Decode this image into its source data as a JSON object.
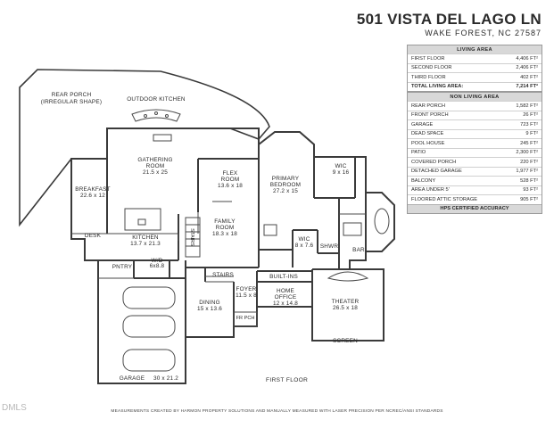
{
  "header": {
    "address": "501 VISTA DEL LAGO LN",
    "city": "WAKE FOREST, NC 27587"
  },
  "living_area": {
    "heading": "LIVING AREA",
    "rows": [
      {
        "label": "FIRST FLOOR",
        "value": "4,406 FT²"
      },
      {
        "label": "SECOND FLOOR",
        "value": "2,406 FT²"
      },
      {
        "label": "THIRD FLOOR",
        "value": "402 FT²"
      }
    ],
    "total": {
      "label": "TOTAL LIVING AREA:",
      "value": "7,214 FT²"
    }
  },
  "non_living_area": {
    "heading": "NON LIVING AREA",
    "rows": [
      {
        "label": "REAR PORCH",
        "value": "1,582 FT²"
      },
      {
        "label": "FRONT PORCH",
        "value": "26 FT²"
      },
      {
        "label": "GARAGE",
        "value": "723 FT²"
      },
      {
        "label": "DEAD SPACE",
        "value": "9 FT²"
      },
      {
        "label": "POOL HOUSE",
        "value": "245 FT²"
      },
      {
        "label": "PATIO",
        "value": "2,300 FT²"
      },
      {
        "label": "COVERED PORCH",
        "value": "220 FT²"
      },
      {
        "label": "DETACHED GARAGE",
        "value": "1,977 FT²"
      },
      {
        "label": "BALCONY",
        "value": "528 FT²"
      },
      {
        "label": "AREA UNDER 5'",
        "value": "93 FT²"
      },
      {
        "label": "FLOORED ATTIC STORAGE",
        "value": "905 FT²"
      }
    ],
    "footer": "HPS CERTIFIED ACCURACY"
  },
  "rooms": {
    "rear_porch": {
      "name": "REAR PORCH",
      "note": "(IRREGULAR SHAPE)"
    },
    "outdoor_kitchen": {
      "name": "OUTDOOR KITCHEN"
    },
    "gathering": {
      "name": "GATHERING",
      "name2": "ROOM",
      "dims": "21.5 x 25"
    },
    "breakfast": {
      "name": "BREAKFAST",
      "dims": "22.6 x 12"
    },
    "desk": {
      "name": "DESK"
    },
    "kitchen": {
      "name": "KITCHEN",
      "dims": "13.7 x 21.3"
    },
    "pntry": {
      "name": "PNTRY"
    },
    "wd": {
      "name": "W/D",
      "dims": "6x8.8"
    },
    "flex": {
      "name": "FLEX",
      "name2": "ROOM",
      "dims": "13.6 x 18"
    },
    "family": {
      "name": "FAMILY",
      "name2": "ROOM",
      "dims": "18.3 x 18"
    },
    "stairs_v": {
      "name": "STAIRS"
    },
    "stairs_h": {
      "name": "STAIRS"
    },
    "primary": {
      "name": "PRIMARY",
      "name2": "BEDROOM",
      "dims": "27.2 x 15"
    },
    "wic_top": {
      "name": "WIC",
      "dims": "9 x 16"
    },
    "wic_mid": {
      "name": "WIC",
      "dims": "8 x 7.6"
    },
    "shwr": {
      "name": "SHWR"
    },
    "bar": {
      "name": "BAR"
    },
    "built_ins": {
      "name": "BUILT-INS"
    },
    "foyer": {
      "name": "FOYER",
      "dims": "11.5 x 8"
    },
    "dining": {
      "name": "DINING",
      "dims": "15 x 13.6"
    },
    "home_office": {
      "name": "HOME",
      "name2": "OFFICE",
      "dims": "12 x 14.8"
    },
    "theater": {
      "name": "THEATER",
      "dims": "26.5 x 18"
    },
    "screen": {
      "name": "SCREEN"
    },
    "fr_pch": {
      "name": "FR PCH"
    },
    "garage": {
      "name": "GARAGE",
      "dims": "30 x 21.2"
    }
  },
  "floor_label": "FIRST FLOOR",
  "footer_note": "MEASUREMENTS CREATED BY HARMON PROPERTY SOLUTIONS AND MANUALLY MEASURED WITH LASER PRECISION PER NCREC/ANSI STANDARDS",
  "watermark": "DMLS"
}
